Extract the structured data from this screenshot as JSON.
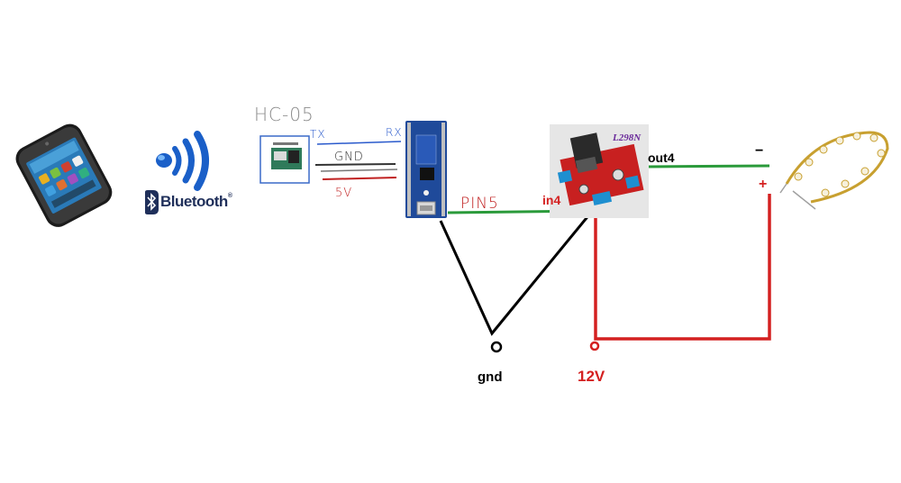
{
  "labels": {
    "hc05": "HC-05",
    "tx": "TX",
    "rx": "RX",
    "gnd_wire": "GND",
    "v5": "5V",
    "pin5": "PIN5",
    "in4": "in4",
    "l298n": "L298N",
    "out4": "out4",
    "minus": "−",
    "plus": "+",
    "gnd": "gnd",
    "v12": "12V",
    "bluetooth": "Bluetooth",
    "bluetooth_tm": "®"
  },
  "colors": {
    "wire_green": "#2a9a3a",
    "wire_red": "#d42020",
    "wire_black": "#000000",
    "wire_blue": "#2a5acc",
    "wire_darkgray": "#333333",
    "wire_redlight": "#c02020",
    "arduino_blue": "#1f4a9a",
    "bt_blue": "#1460c8",
    "label_red": "#d42020"
  },
  "icons": [
    "smartphone-icon",
    "bluetooth-wave-icon",
    "hc05-module-icon",
    "arduino-nano-icon",
    "l298n-board-icon",
    "led-strip-icon"
  ]
}
